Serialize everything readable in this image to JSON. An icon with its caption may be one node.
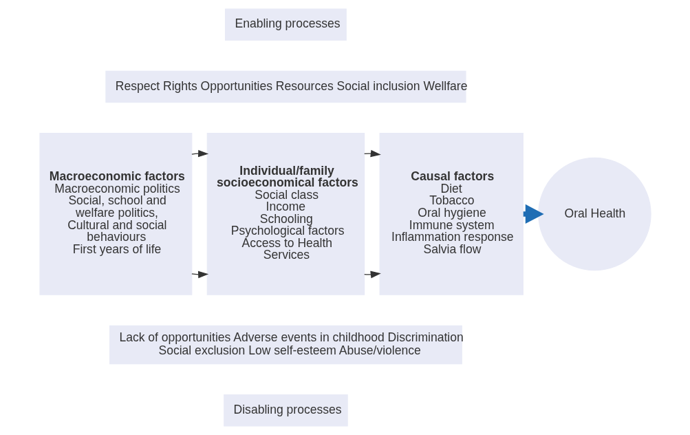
{
  "diagram": {
    "nodes": [
      {
        "text": [
          "Enabling processes"
        ]
      },
      {
        "text": [
          "Respect Rights Opportunities Resources Social inclusion Wellfare"
        ]
      },
      {
        "text": [
          "Macroeconomic factors",
          "Macroeconomic politics",
          "Social, school and welfare politics,",
          "Cultural and social behaviours",
          "First years of life"
        ]
      },
      {
        "text": [
          "Individual/family socioeconomical factors",
          "Social class",
          "Income",
          "Schooling",
          "Psychological factors",
          "Access to Health Services"
        ]
      },
      {
        "text": [
          "Causal factors",
          "Diet",
          "Tobacco",
          "Oral hygiene",
          "Immune system",
          "Inflammation response",
          "Salvia flow"
        ]
      },
      {
        "text": [
          "Oral Health"
        ]
      },
      {
        "text": [
          "Lack of opportunities Adverse events in childhood Discrimination Social exclusion Low self-esteem Abuse/violence"
        ]
      },
      {
        "text": [
          "Disabling processes"
        ]
      }
    ],
    "edges": [
      {
        "from": 2,
        "to": 3,
        "arrow": "to"
      },
      {
        "from": 3,
        "to": 4,
        "arrow": "to"
      },
      {
        "from": 2,
        "to": 3,
        "arrow": "to"
      },
      {
        "from": 3,
        "to": 4,
        "arrow": "to"
      },
      {
        "from": 4,
        "to": 5,
        "arrow": "to",
        "style": "thick",
        "color": "#1f6db4"
      }
    ]
  }
}
